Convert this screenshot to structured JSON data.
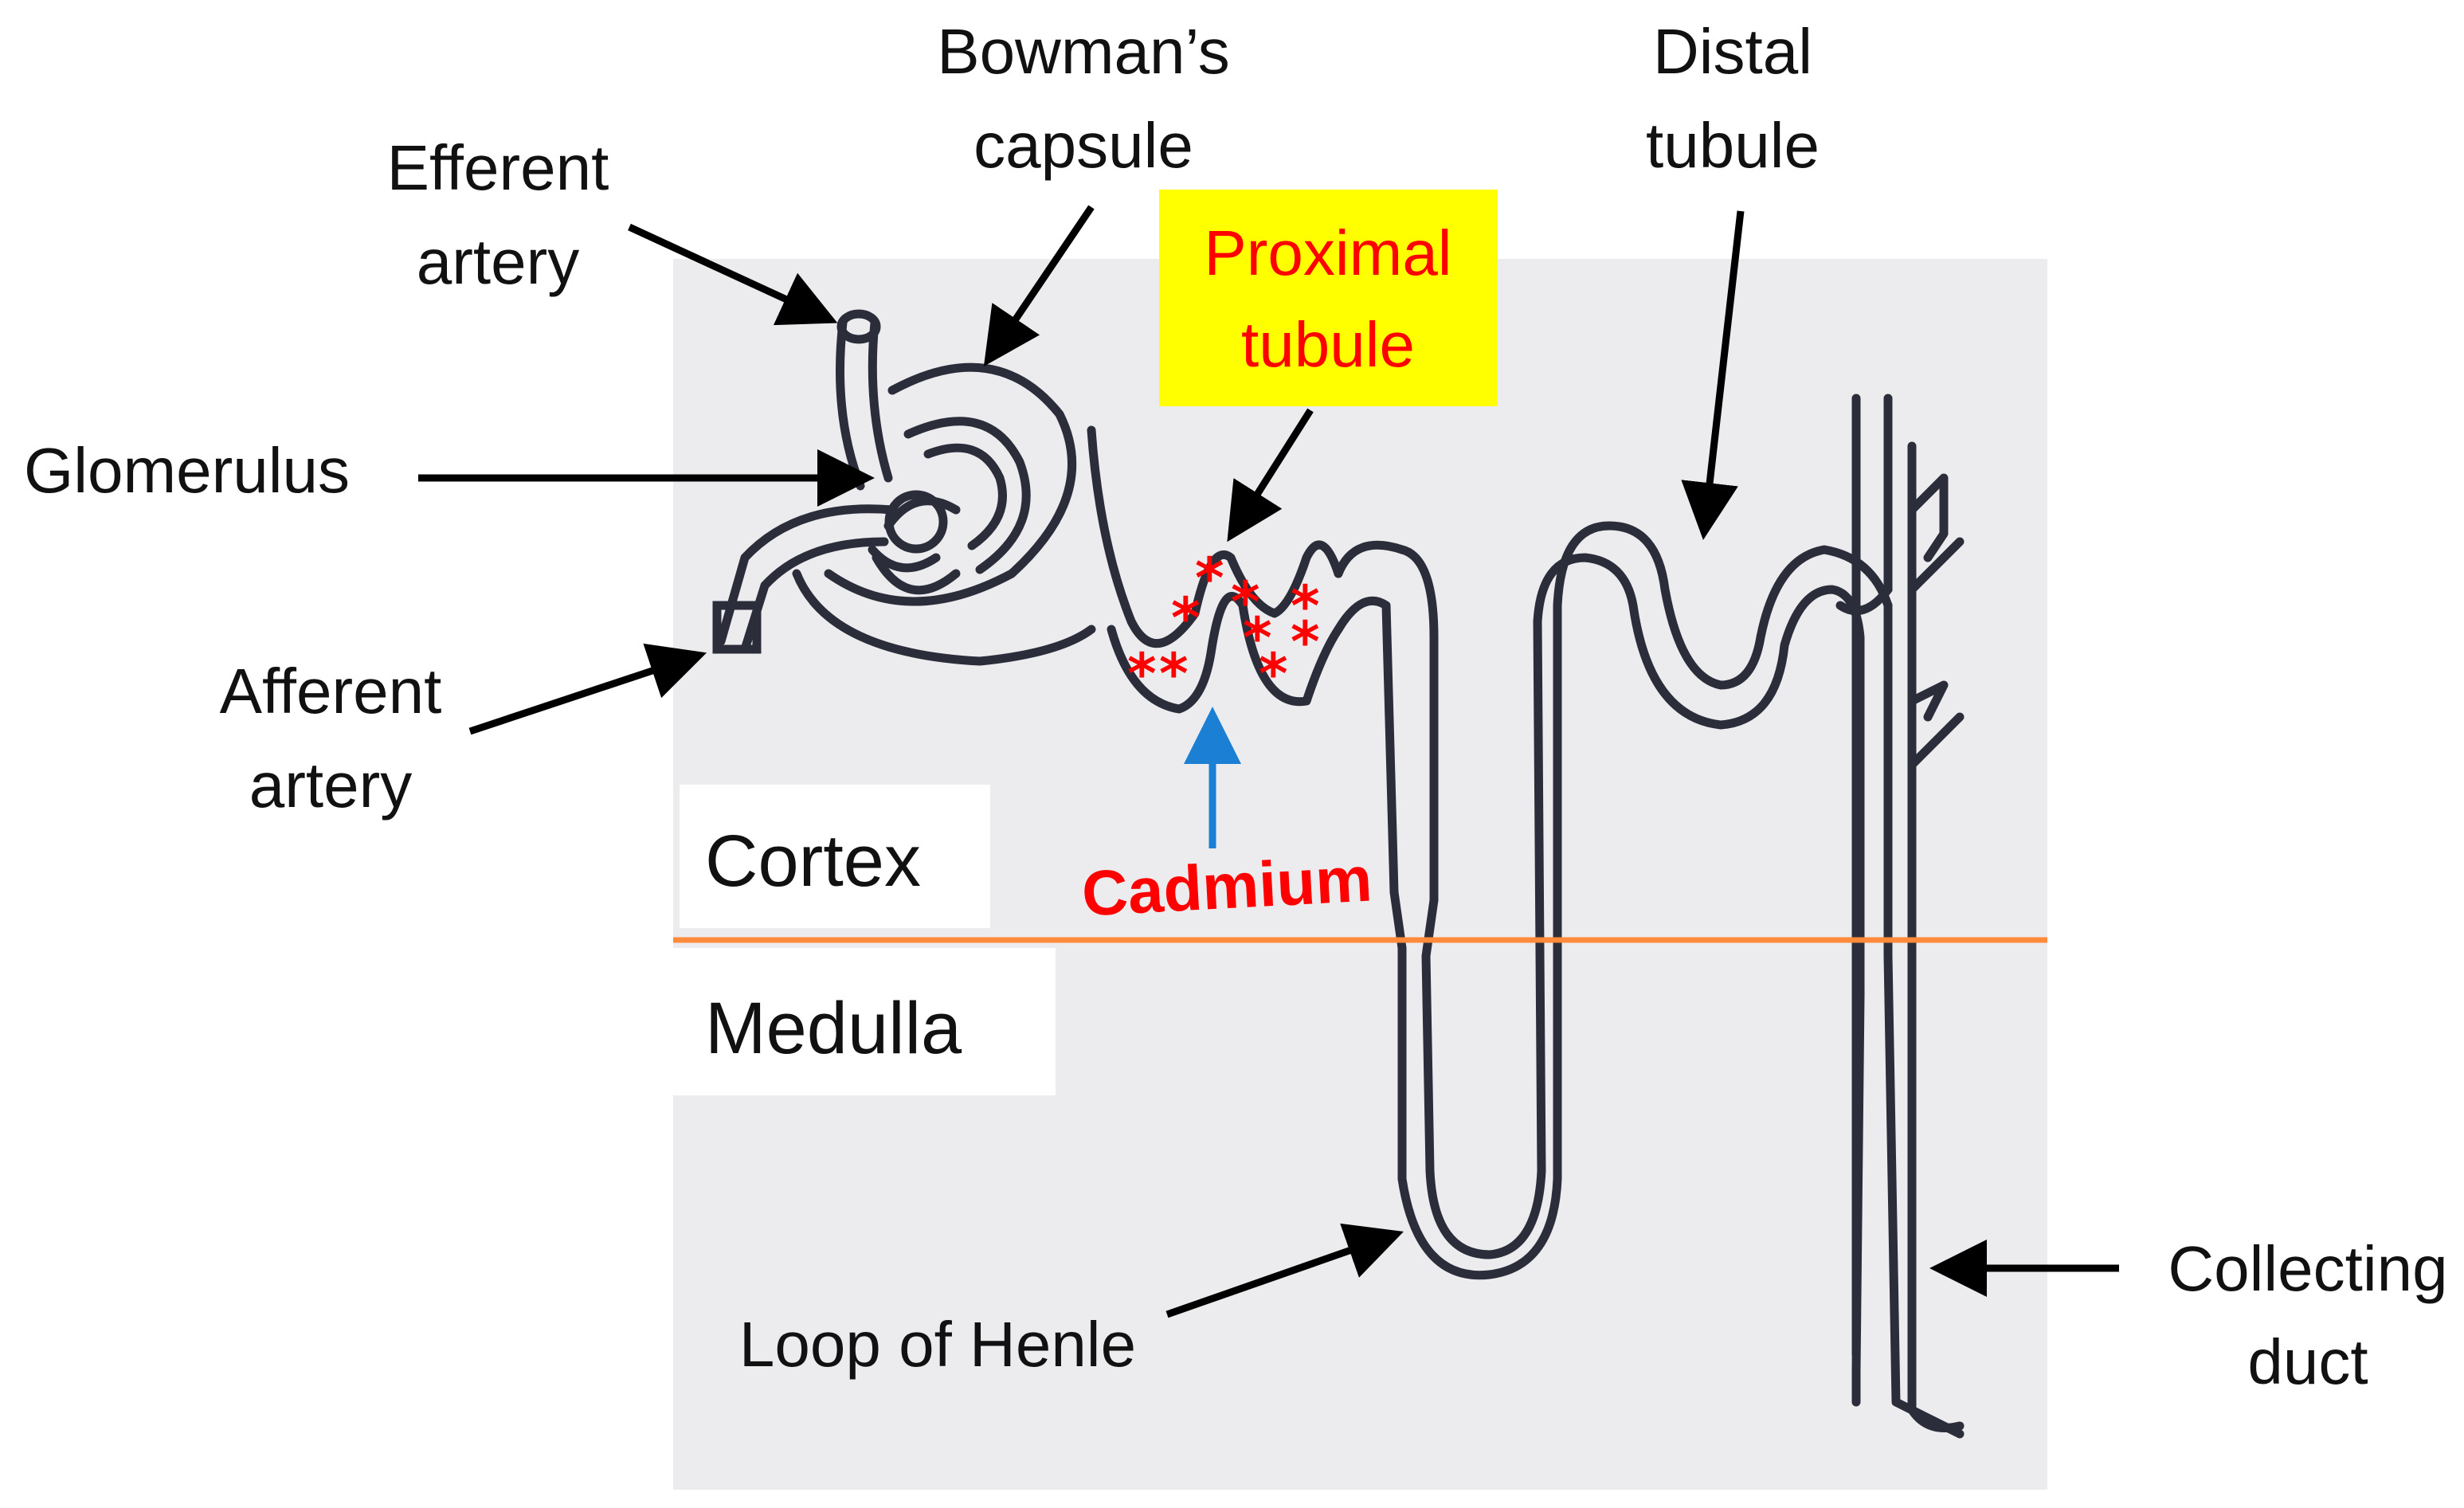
{
  "labels": {
    "bowmans_capsule": [
      "Bowman’s",
      "capsule"
    ],
    "distal_tubule": [
      "Distal",
      "tubule"
    ],
    "efferent_artery": [
      "Efferent",
      "artery"
    ],
    "proximal_tubule": [
      "Proximal",
      "tubule"
    ],
    "glomerulus": "Glomerulus",
    "afferent_artery": [
      "Afferent",
      "artery"
    ],
    "cadmium": "Cadmium",
    "loop_of_henle": "Loop of Henle",
    "collecting_duct": [
      "Collecting",
      "duct"
    ]
  },
  "regions": {
    "cortex": "Cortex",
    "medulla": "Medulla"
  },
  "markers": {
    "cadmium_marker": "*"
  },
  "colors": {
    "tubule_stroke": "#2b2d3a",
    "photo_background": "#ececef",
    "highlight_box": "#ffff00",
    "accent_red": "#ff0000",
    "cadmium_arrow": "#1b7fd4",
    "boundary_line": "#ff8a3a"
  }
}
